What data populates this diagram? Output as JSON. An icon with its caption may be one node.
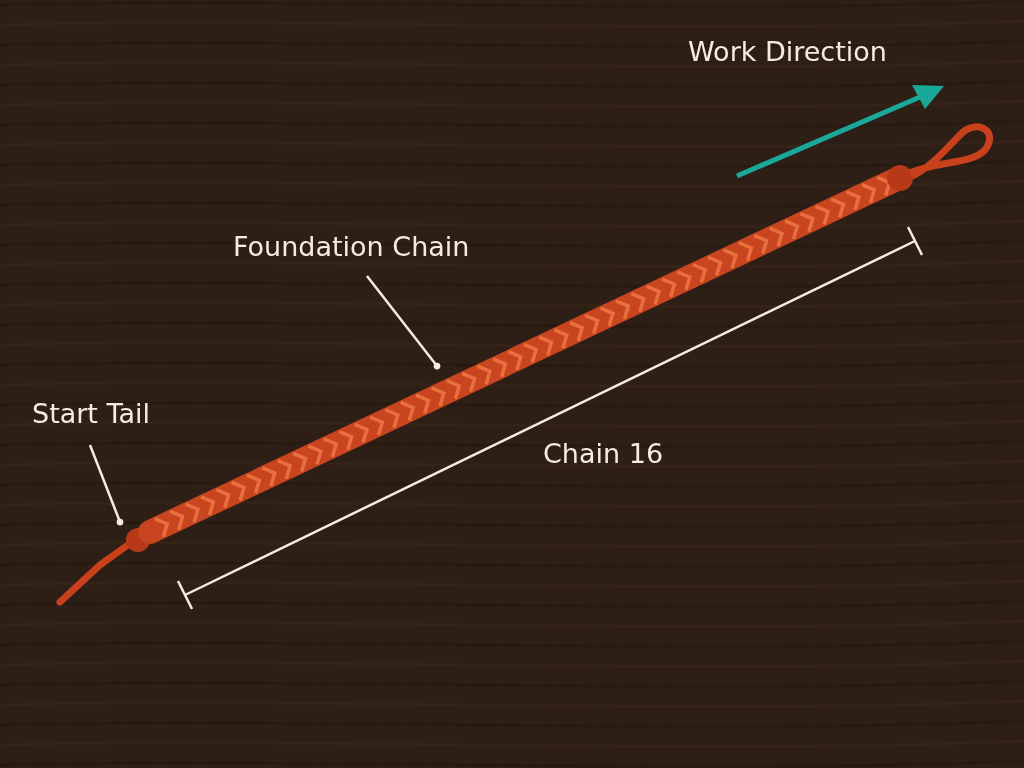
{
  "diagram": {
    "nodes": [
      {
        "text": [
          "Start Tail"
        ]
      },
      {
        "text": [
          "Foundation Chain"
        ]
      }
    ],
    "edges": [
      {
        "from": 0,
        "to": null,
        "arrow": "other"
      },
      {
        "from": 1,
        "to": null,
        "arrow": "other"
      }
    ],
    "labels": [
      "Work Direction",
      "Chain 16"
    ]
  }
}
